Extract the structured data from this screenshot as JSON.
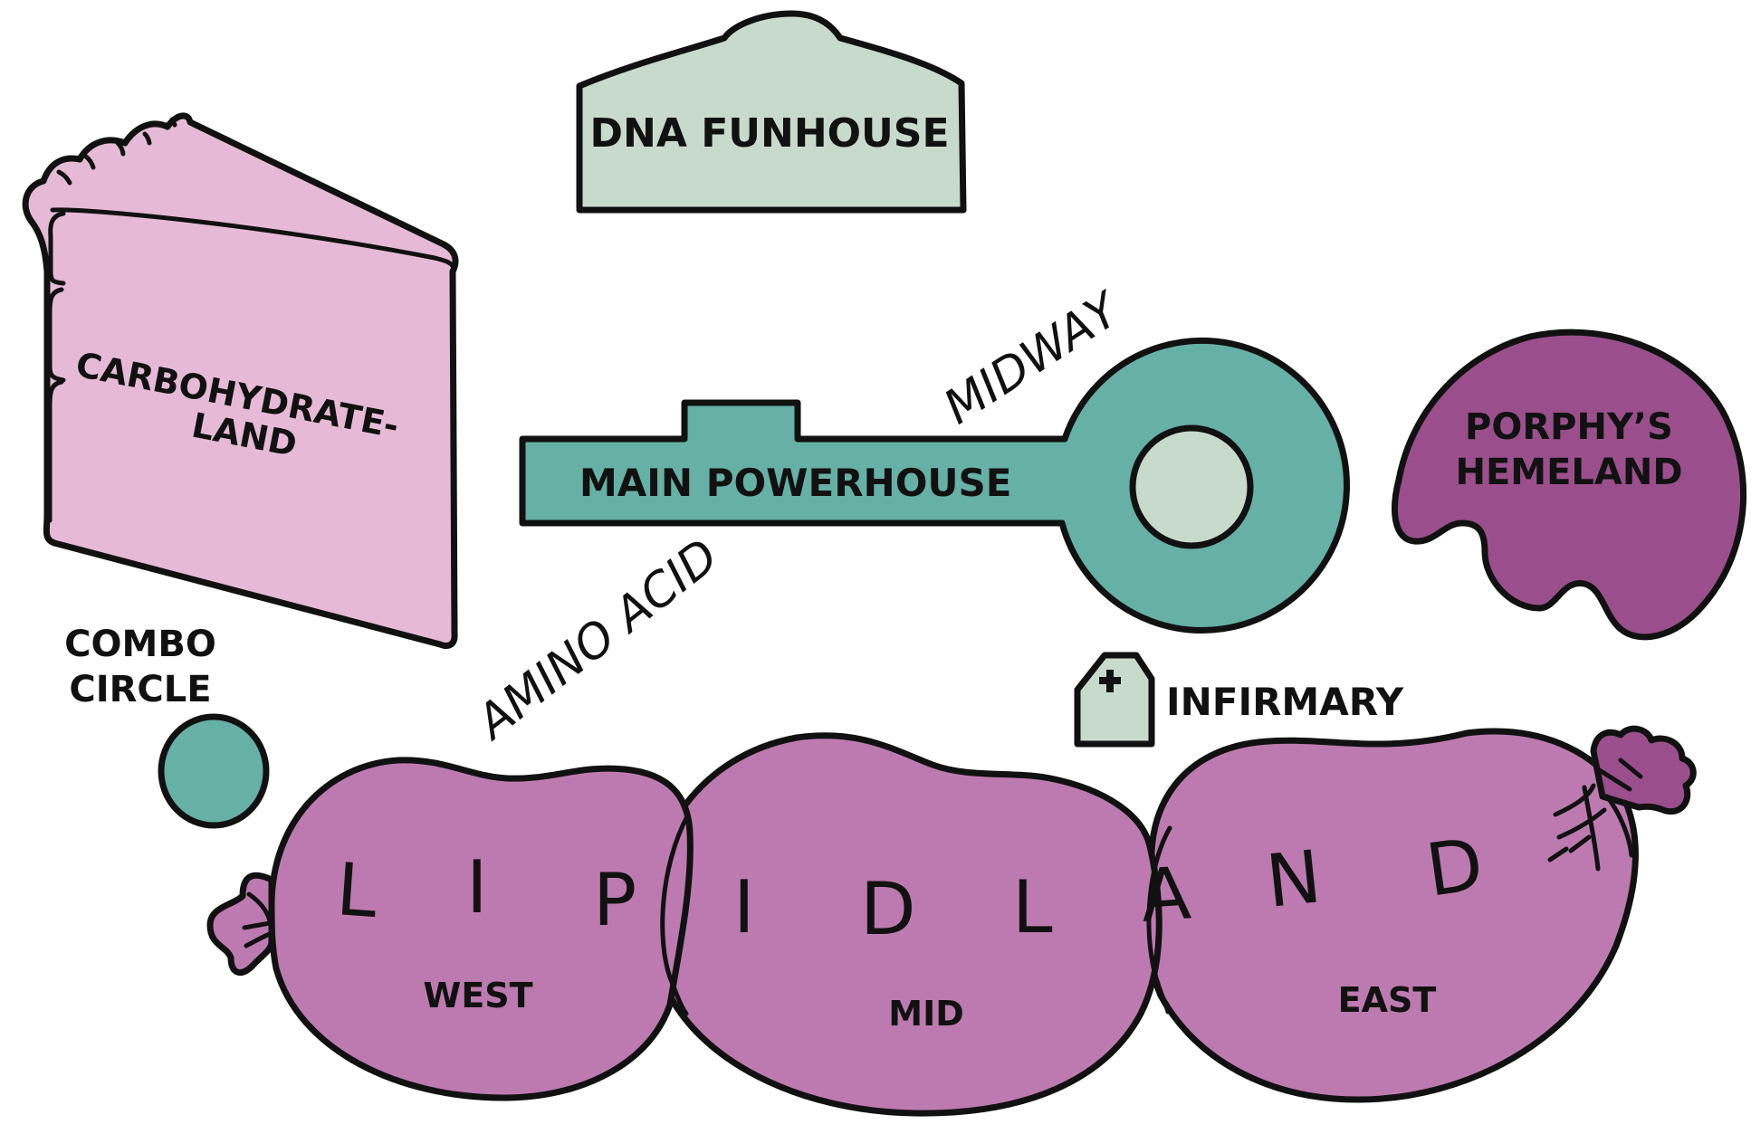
{
  "title": "Metabolism Amusement Park Map",
  "colors": {
    "carbohydrate": "#e6bad6",
    "dna": "#c8dacc",
    "powerhouse": "#66b0a6",
    "powerhouse_core": "#c8dacc",
    "porphy": "#9a4f8c",
    "lipid": "#bd7ab0",
    "lipid_tie": "#9a4f8c",
    "combo": "#66b0a6",
    "infirmary": "#c8dacc",
    "outline": "#111111"
  },
  "regions": {
    "carbohydrate": {
      "line1": "CARBOHYDRATE-",
      "line2": "LAND"
    },
    "dna": {
      "label": "DNA FUNHOUSE"
    },
    "powerhouse": {
      "label": "MAIN POWERHOUSE"
    },
    "porphy": {
      "line1": "PORPHY’S",
      "line2": "HEMELAND"
    },
    "combo": {
      "line1": "COMBO",
      "line2": "CIRCLE"
    },
    "infirmary": {
      "label": "INFIRMARY",
      "icon": "medical-cross"
    },
    "lipidland": {
      "letters": [
        "L",
        "I",
        "P",
        "I",
        "D",
        "L",
        "A",
        "N",
        "D"
      ],
      "sections": {
        "west": "WEST",
        "mid": "MID",
        "east": "EAST"
      }
    }
  },
  "roads": {
    "midway": "MIDWAY",
    "amino_acid": "AMINO ACID"
  }
}
